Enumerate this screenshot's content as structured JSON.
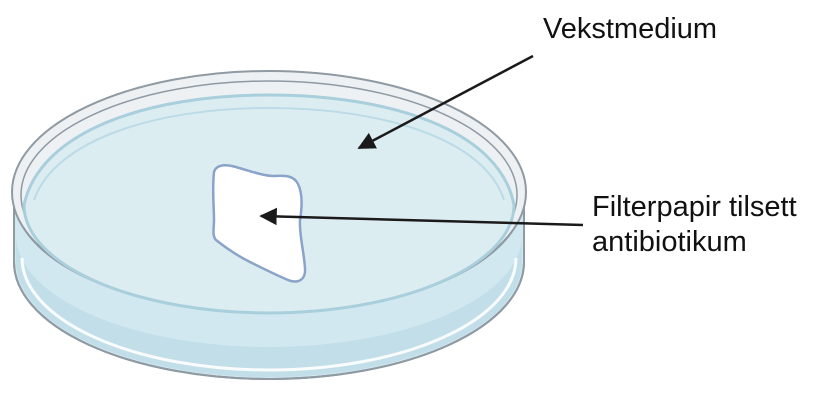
{
  "labels": {
    "medium": "Vekstmedium",
    "filter_line1": "Filterpapir tilsett",
    "filter_line2": "antibiotikum"
  },
  "colors": {
    "dish_outline": "#8f9aa3",
    "rim_highlight": "#ffffff",
    "medium_surface": "#dcedf2",
    "medium_edge": "#a9cfdc",
    "dish_side": "#d2e8f0",
    "dish_side_dark": "#b5d6e3",
    "inner_wall": "#eef1f4",
    "filter_paper_fill": "#ffffff",
    "filter_paper_outline": "#8aa3c8",
    "arrow": "#1a1a1a",
    "text": "#111111"
  }
}
